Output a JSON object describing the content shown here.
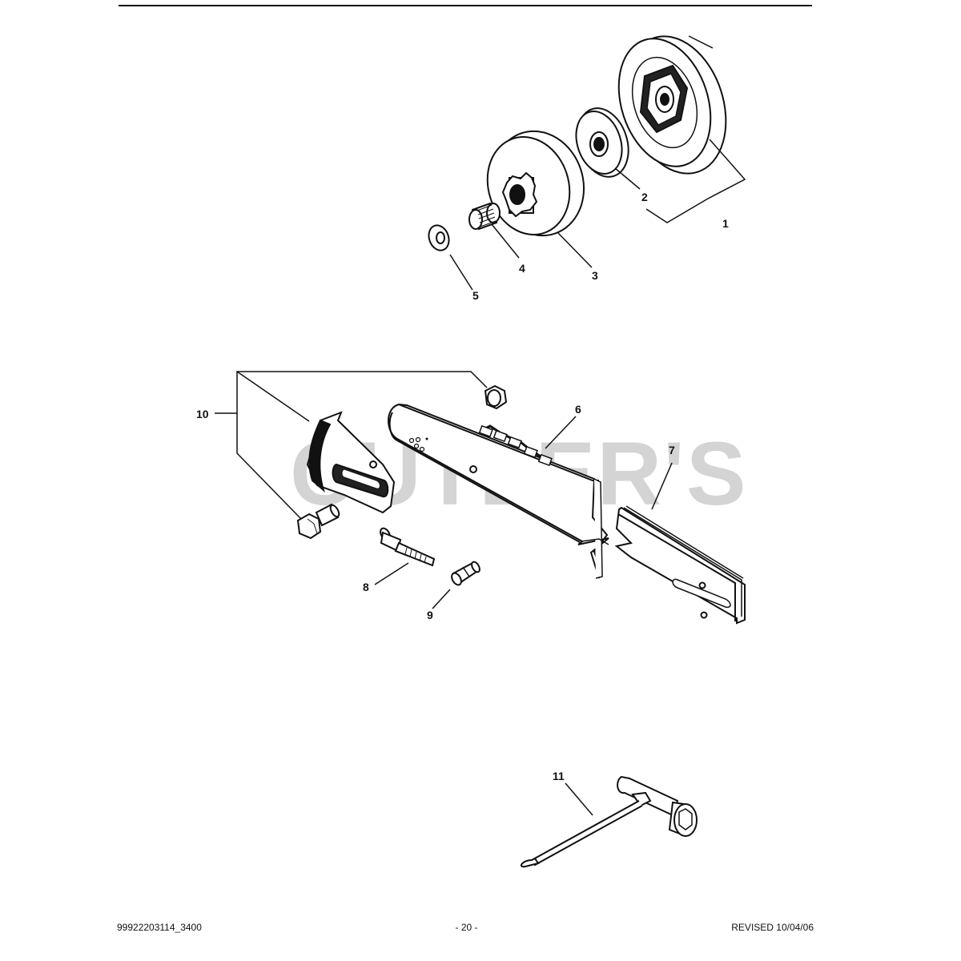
{
  "watermark": "CUTLER'S",
  "callouts": [
    {
      "id": "1",
      "label": "1"
    },
    {
      "id": "2",
      "label": "2"
    },
    {
      "id": "3",
      "label": "3"
    },
    {
      "id": "4",
      "label": "4"
    },
    {
      "id": "5",
      "label": "5"
    },
    {
      "id": "6",
      "label": "6"
    },
    {
      "id": "7",
      "label": "7"
    },
    {
      "id": "8",
      "label": "8"
    },
    {
      "id": "9",
      "label": "9"
    },
    {
      "id": "10",
      "label": "10"
    },
    {
      "id": "11",
      "label": "11"
    }
  ],
  "footer": {
    "part_number": "99922203114_3400",
    "page": "- 20 -",
    "revised": "REVISED 10/04/06"
  }
}
